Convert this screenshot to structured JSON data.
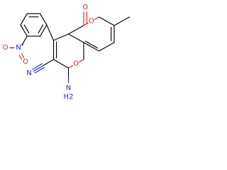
{
  "molecule": {
    "atom_labels": {
      "nitro_o_left": "O",
      "nitro_o_minus": "-",
      "nitro_n": "N",
      "nitro_n_plus": "+",
      "nitro_o_right": "O",
      "carbonyl_o": "O",
      "ring_o_upper": "O",
      "ring_o_lower": "O",
      "nitrile_n": "N",
      "amino_n": "N",
      "amino_h2": "H2"
    },
    "colors": {
      "carbon_bond": "#000000",
      "nitrogen": "#2323e0",
      "oxygen": "#e02020"
    }
  }
}
